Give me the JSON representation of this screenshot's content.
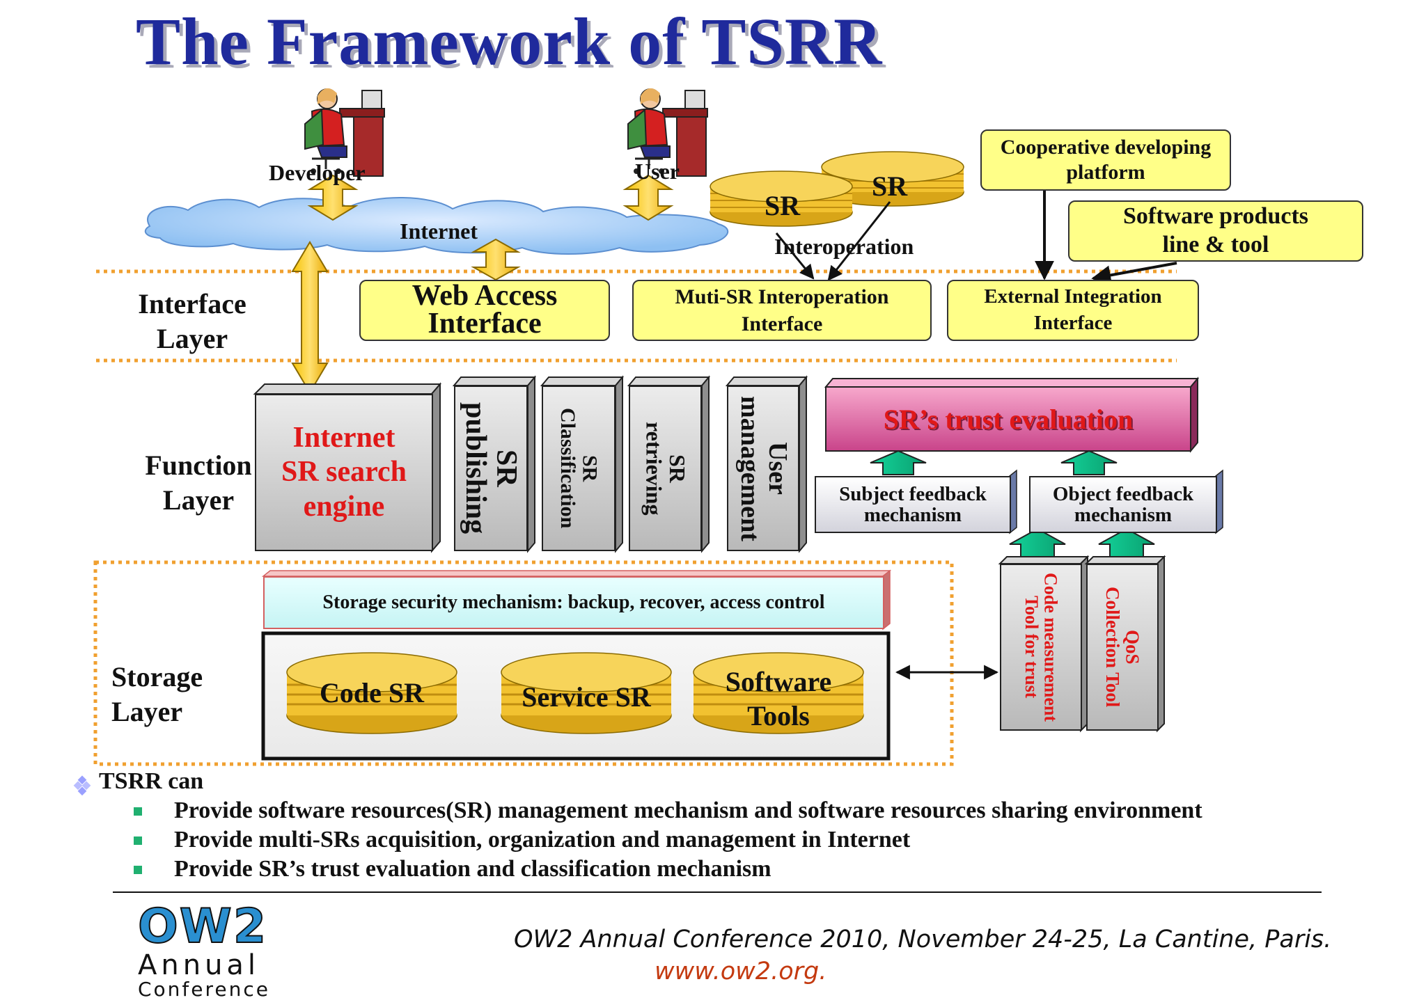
{
  "title": "The Framework of TSRR",
  "actors": {
    "developer": "Developer",
    "user": "User"
  },
  "internet": "Internet",
  "sr_disks": [
    "SR",
    "SR"
  ],
  "interoperation": "Interoperation",
  "external_boxes": {
    "cooperative": "Cooperative developing\nplatform",
    "software_products": "Software products\nline & tool"
  },
  "layers": {
    "interface": "Interface\nLayer",
    "function": "Function\nLayer",
    "storage": "Storage\nLayer"
  },
  "interface_boxes": {
    "web_access": "Web Access\nInterface",
    "multi_sr": "Muti-SR Interoperation\nInterface",
    "external": "External Integration\nInterface"
  },
  "function_modules": {
    "search_engine": "Internet\nSR search\nengine",
    "publishing": "SR\npublishing",
    "classification": "SR\nClassification",
    "retrieving": "SR\nretrieving",
    "user_mgmt": "User\nmanagement"
  },
  "trust": {
    "evaluation": "SR’s trust evaluation",
    "subject_feedback": "Subject  feedback\nmechanism",
    "object_feedback": "Object feedback\nmechanism",
    "code_tool": "Code measurement\nTool  for trust",
    "qos_tool": "QoS\nCollection Tool"
  },
  "storage": {
    "security": "Storage security mechanism: backup, recover, access control",
    "code_sr": "Code SR",
    "service_sr": "Service SR",
    "software_tools": "Software\nTools"
  },
  "bullets": {
    "heading": "TSRR can",
    "items": [
      "Provide software resources(SR) management mechanism and software resources sharing environment",
      "Provide multi-SRs acquisition, organization and management in Internet",
      "Provide SR’s trust evaluation and classification mechanism"
    ]
  },
  "logo": {
    "ow2": "OW2",
    "annual": "Annual",
    "conference": "Conference"
  },
  "footer": {
    "conference": "OW2 Annual Conference 2010, November 24-25, La Cantine,  Paris.",
    "url": "www.ow2.org."
  },
  "colors": {
    "title": "#1f2a9c",
    "highlight_red": "#e01818",
    "box_yellow": "#ffff88",
    "cloud_blue": "#a8cdf5",
    "trust_pink": "#e870a8",
    "arrow_orange": "#f5b800",
    "arrow_green": "#10c890",
    "disk_gold": "#f2c230",
    "dotted_orange": "#f0a030",
    "logo_blue": "#2a8fd0"
  },
  "icons": [
    "person-at-desk-icon",
    "cloud-icon",
    "database-disk-icon",
    "diamond-bullet-icon",
    "square-bullet-icon"
  ]
}
